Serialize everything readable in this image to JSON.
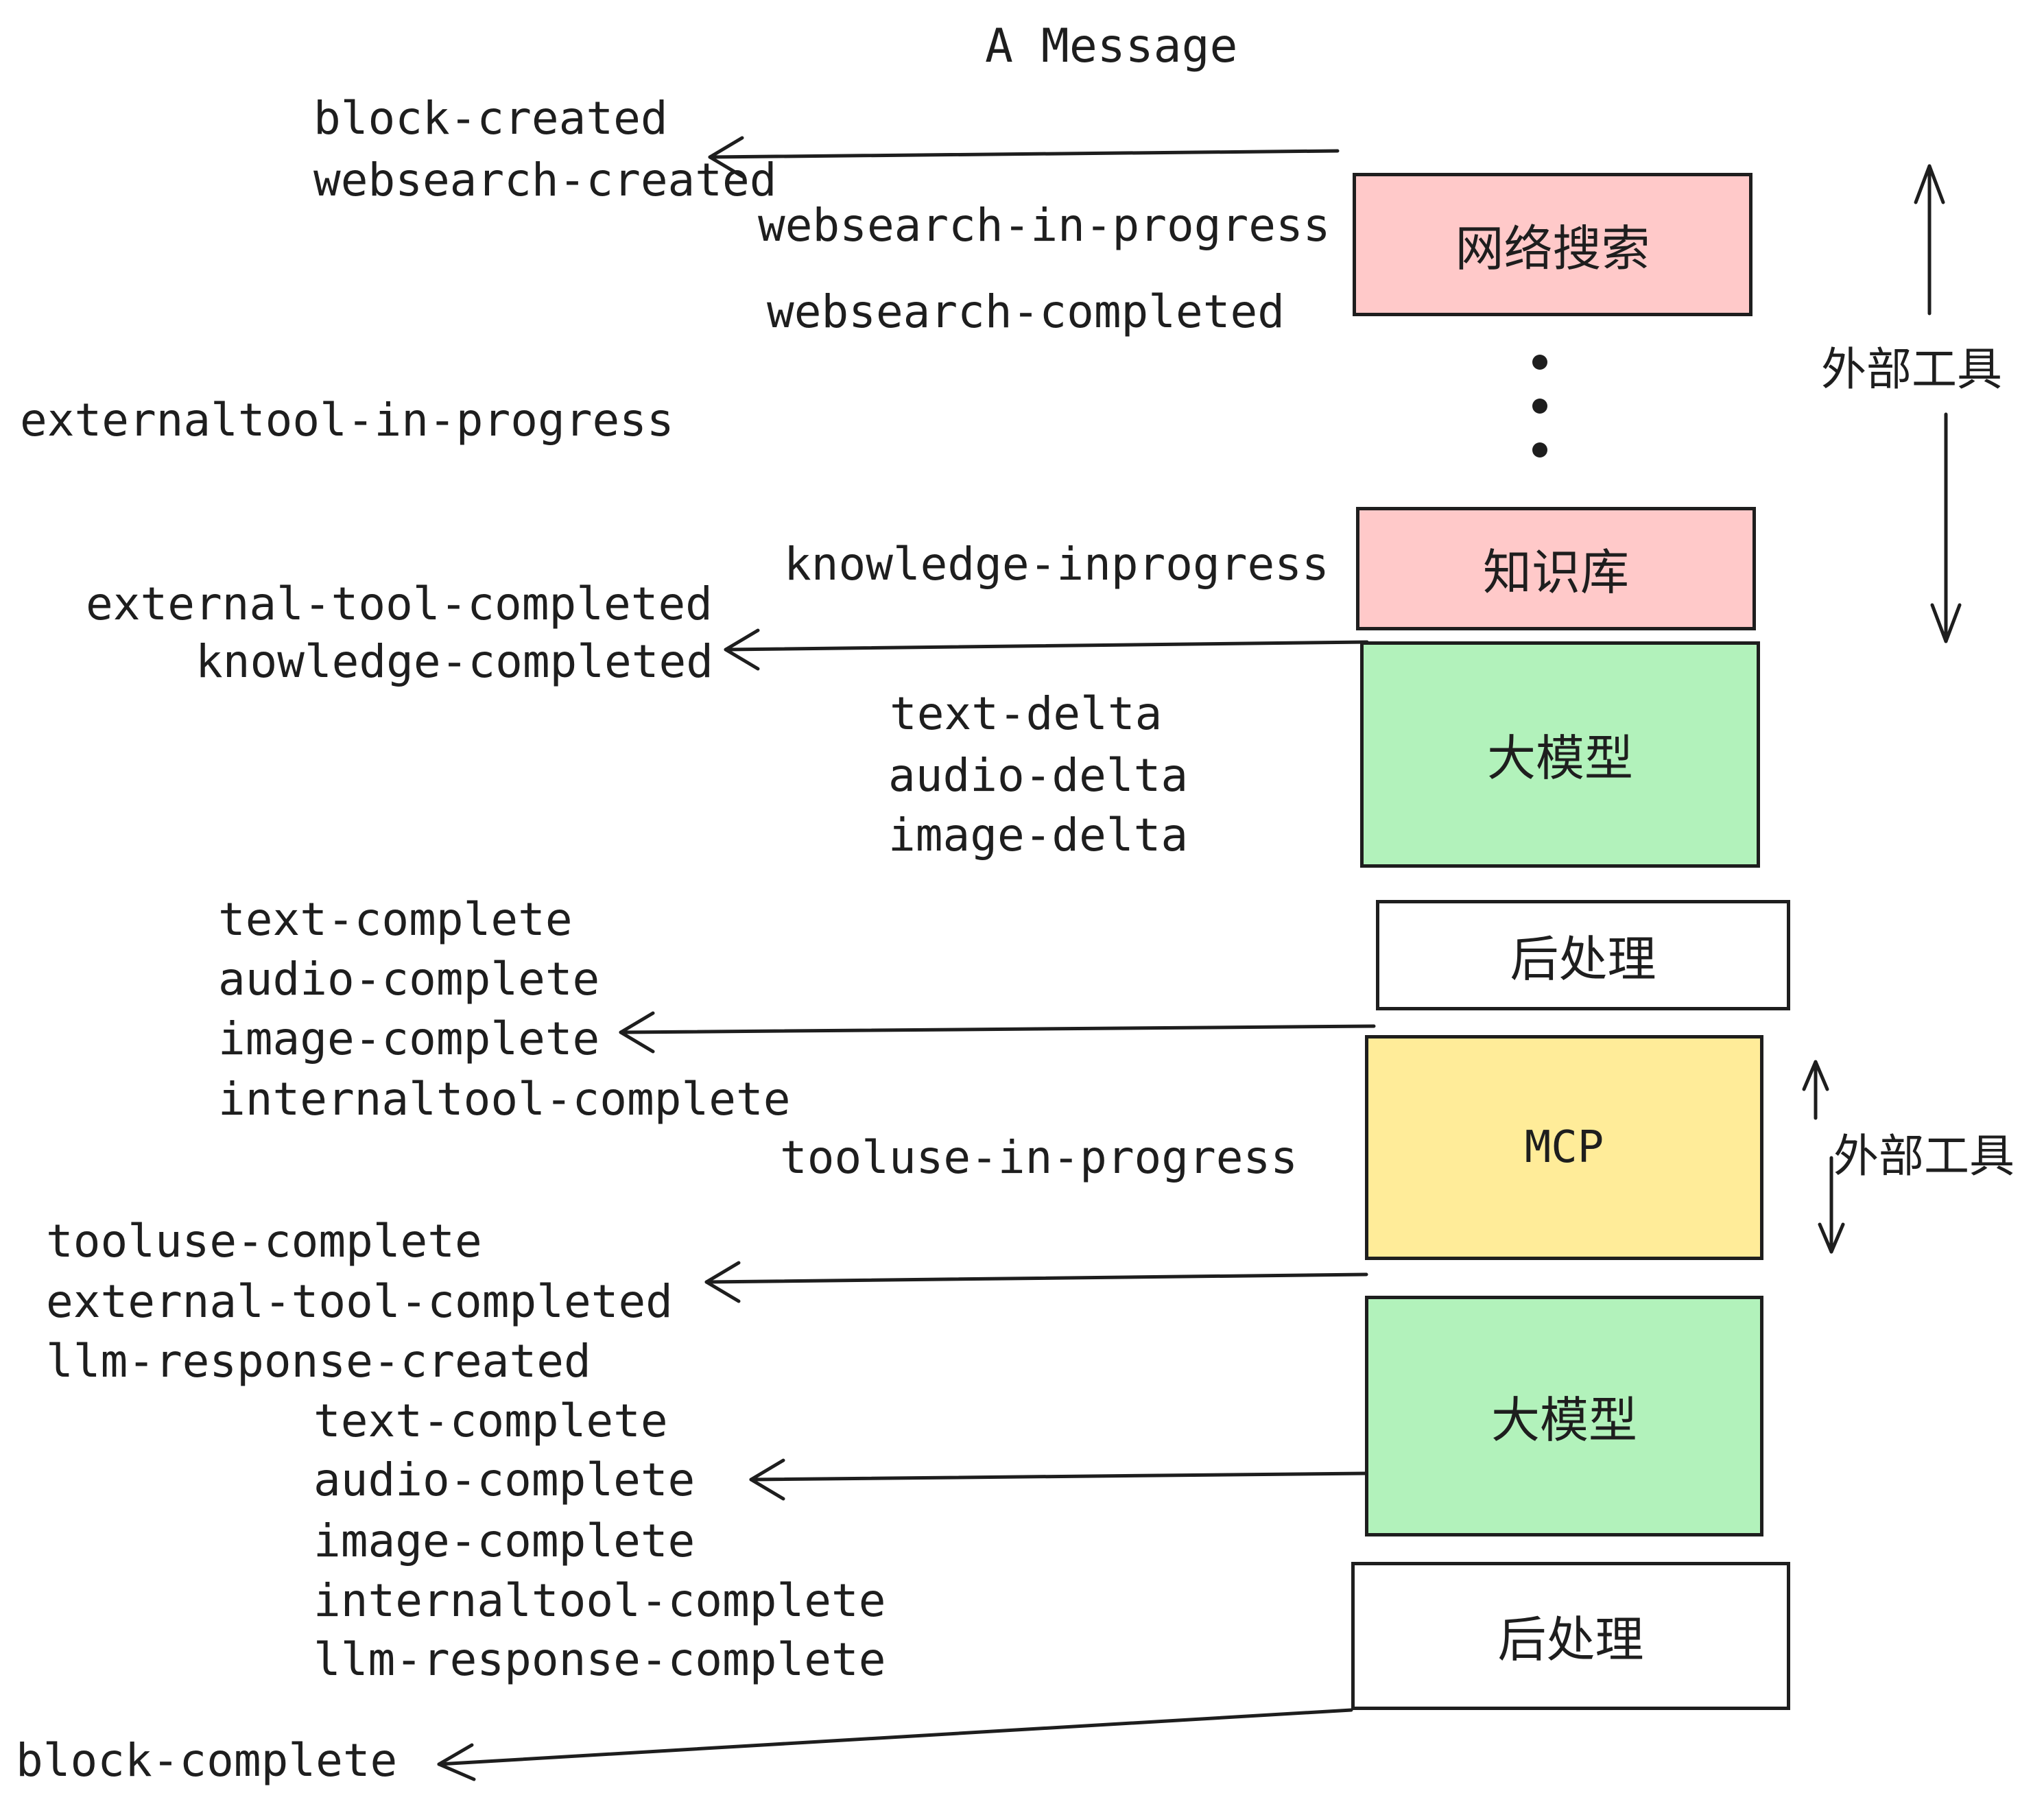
{
  "title": "A Message",
  "colors": {
    "stroke": "#1e1e1e",
    "pink": "#ffc9c9",
    "green": "#b2f2bb",
    "yellow": "#ffec99",
    "white": "#ffffff"
  },
  "boxes": [
    {
      "label": "网络搜索",
      "color": "pink"
    },
    {
      "label": "知识库",
      "color": "pink"
    },
    {
      "label": "大模型",
      "color": "green"
    },
    {
      "label": "后处理",
      "color": "white"
    },
    {
      "label": "MCP",
      "color": "yellow"
    },
    {
      "label": "大模型",
      "color": "green"
    },
    {
      "label": "后处理",
      "color": "white"
    }
  ],
  "side_labels": [
    {
      "text": "外部工具"
    },
    {
      "text": "外部工具"
    }
  ],
  "events": [
    {
      "text": "block-created"
    },
    {
      "text": "websearch-created"
    },
    {
      "text": "websearch-in-progress"
    },
    {
      "text": "websearch-completed"
    },
    {
      "text": "externaltool-in-progress"
    },
    {
      "text": "knowledge-inprogress"
    },
    {
      "text": "external-tool-completed"
    },
    {
      "text": "knowledge-completed"
    },
    {
      "text": "text-delta"
    },
    {
      "text": "audio-delta"
    },
    {
      "text": "image-delta"
    },
    {
      "text": "text-complete"
    },
    {
      "text": "audio-complete"
    },
    {
      "text": "image-complete"
    },
    {
      "text": "internaltool-complete"
    },
    {
      "text": "tooluse-in-progress"
    },
    {
      "text": "tooluse-complete"
    },
    {
      "text": "external-tool-completed"
    },
    {
      "text": "llm-response-created"
    },
    {
      "text": "text-complete"
    },
    {
      "text": "audio-complete"
    },
    {
      "text": "image-complete"
    },
    {
      "text": "internaltool-complete"
    },
    {
      "text": "llm-response-complete"
    },
    {
      "text": "block-complete"
    }
  ]
}
